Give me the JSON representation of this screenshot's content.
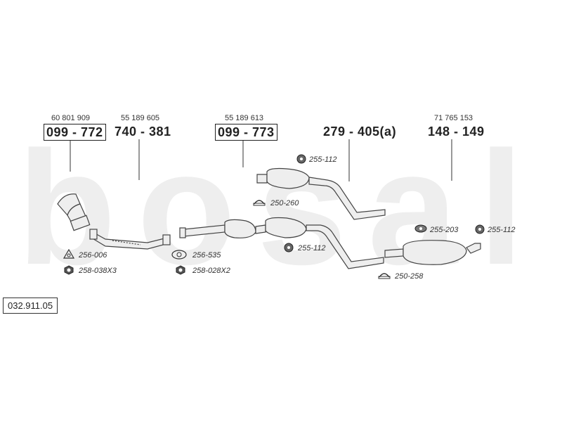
{
  "watermark": "bosal",
  "catalog_number": "032.911.05",
  "parts": [
    {
      "ref": "60 801 909",
      "number": "099 - 772",
      "boxed": true
    },
    {
      "ref": "55 189 605",
      "number": "740 - 381",
      "boxed": false
    },
    {
      "ref": "55 189 613",
      "number": "099 - 773",
      "boxed": true
    },
    {
      "ref": "",
      "number": "279 - 405(a)",
      "boxed": false
    },
    {
      "ref": "71 765 153",
      "number": "148 - 149",
      "boxed": false
    }
  ],
  "accessories": [
    {
      "code": "256-006",
      "icon": "triangle-gasket-icon"
    },
    {
      "code": "258-038X3",
      "icon": "nut-icon"
    },
    {
      "code": "256-535",
      "icon": "oval-gasket-icon"
    },
    {
      "code": "258-028X2",
      "icon": "nut-icon"
    },
    {
      "code": "255-112",
      "icon": "rubber-mount-icon"
    },
    {
      "code": "250-260",
      "icon": "clamp-icon"
    },
    {
      "code": "255-112",
      "icon": "rubber-mount-icon"
    },
    {
      "code": "250-258",
      "icon": "clamp-icon"
    },
    {
      "code": "255-203",
      "icon": "rubber-mount-icon"
    },
    {
      "code": "255-112",
      "icon": "rubber-mount-icon"
    }
  ]
}
